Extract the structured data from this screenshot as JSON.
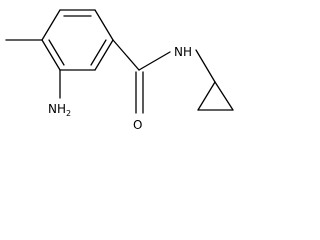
{
  "molecule": {
    "atoms": {
      "amine": {
        "symbol": "NH",
        "subscript": "2"
      },
      "amide_nitrogen": {
        "symbol": "N",
        "suffix": "H"
      },
      "carbonyl_oxygen": {
        "symbol": "O"
      }
    }
  }
}
